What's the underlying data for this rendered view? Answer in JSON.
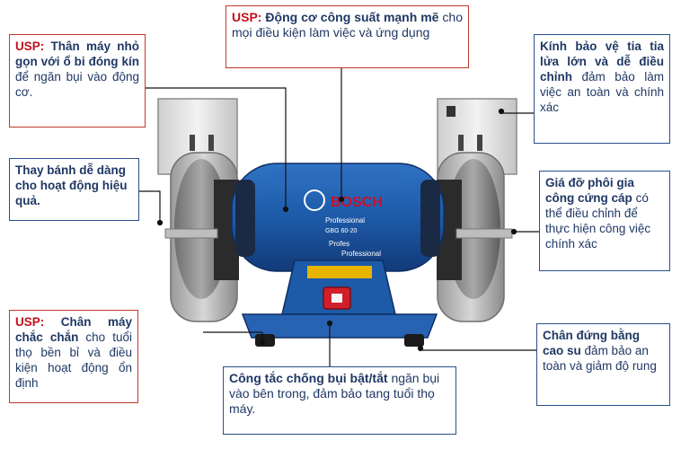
{
  "colors": {
    "usp_red": "#c0121b",
    "text_navy": "#1f3864",
    "red_border": "#c0392b",
    "blue_border": "#2b4f8a",
    "motor_blue": "#1d5aa8"
  },
  "machine": {
    "brand": "BOSCH",
    "model_line1": "Professional",
    "model_line2": "GBG 60-20",
    "front_label_1": "Profes",
    "front_label_2": "Professional"
  },
  "callouts": {
    "motor": {
      "usp": "USP:",
      "highlight": "Động cơ công suất mạnh mẽ",
      "text": "cho mọi điều kiện làm việc và ứng dụng"
    },
    "body": {
      "usp": "USP:",
      "highlight": "Thân máy nhỏ gọn với ổ bi đóng kín",
      "text": "để ngăn bụi vào động cơ."
    },
    "shield": {
      "highlight": "Kính bảo vệ tia tia lửa lớn và dễ điều chỉnh",
      "text": "đảm bảo làm việc an toàn và chính xác"
    },
    "wheel": {
      "highlight": "Thay bánh dễ dàng cho hoạt động hiệu quả."
    },
    "rest": {
      "highlight": "Giá đỡ phôi gia công cứng cáp",
      "text": "có thể điều chỉnh để thực hiện công việc chính xác"
    },
    "base": {
      "usp": "USP:",
      "highlight": "Chân máy chắc chắn",
      "text": "cho tuổi thọ bền bỉ và điều kiện hoạt động ổn định"
    },
    "switch": {
      "highlight": "Công tắc chống bụi bật/tắt",
      "text": "ngăn bụi vào bên trong, đảm bảo tang tuổi thọ máy."
    },
    "feet": {
      "highlight": "Chân đứng bằng cao su",
      "text": "đảm bảo an toàn và giảm độ rung"
    }
  }
}
